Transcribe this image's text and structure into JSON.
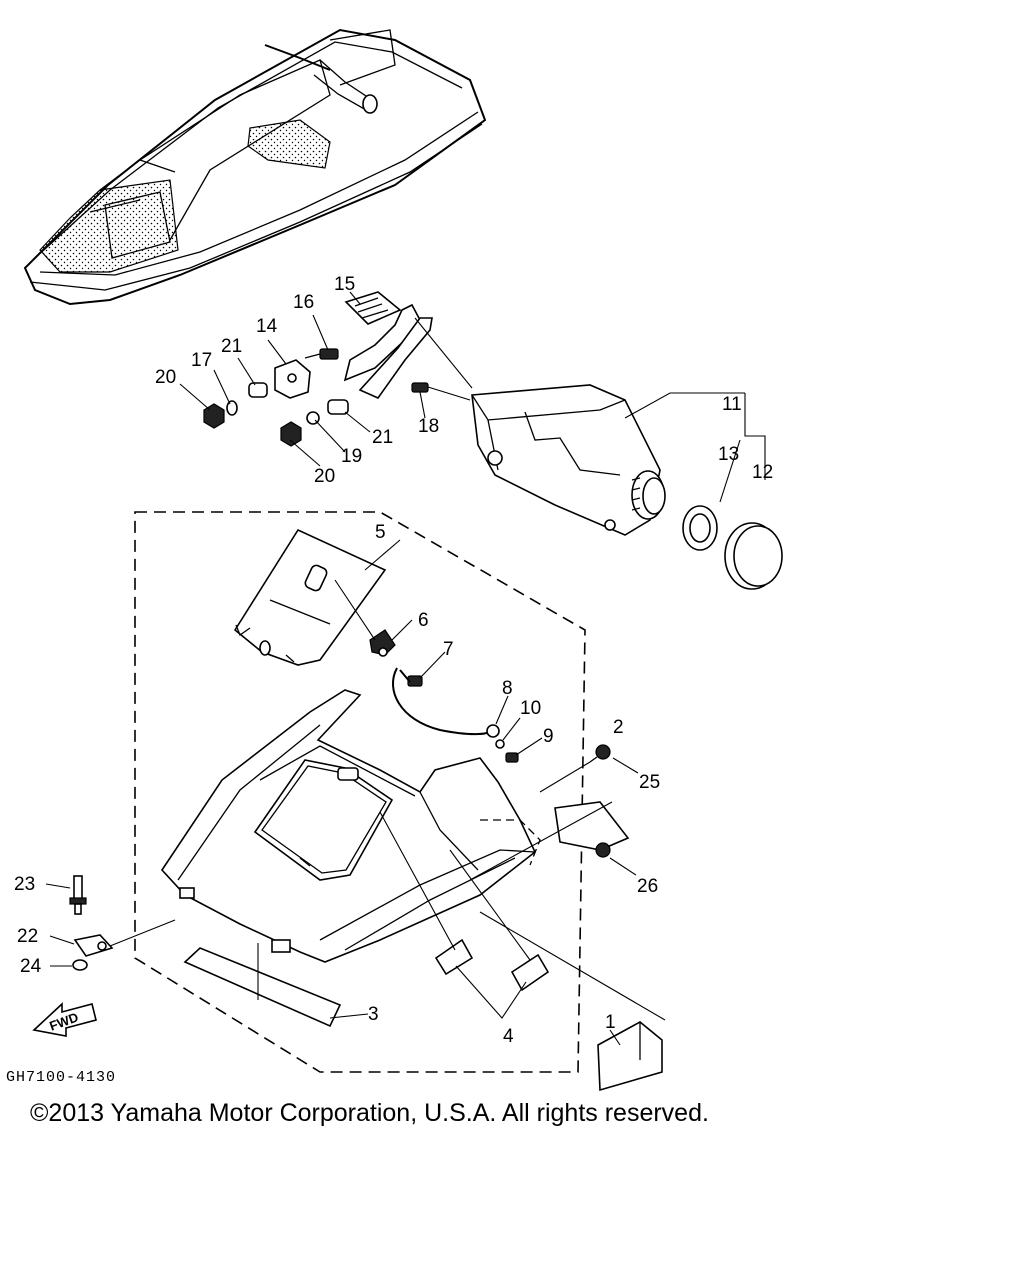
{
  "diagram": {
    "drawing_code": "GH7100-4130",
    "fwd_marker": "FWD",
    "copyright": "©2013 Yamaha Motor Corporation, U.S.A. All rights reserved.",
    "callouts": {
      "c1": "1",
      "c2": "2",
      "c3": "3",
      "c4": "4",
      "c5": "5",
      "c6": "6",
      "c7": "7",
      "c8": "8",
      "c9": "9",
      "c10": "10",
      "c11": "11",
      "c12": "12",
      "c13": "13",
      "c14": "14",
      "c15": "15",
      "c16": "16",
      "c17": "17",
      "c18": "18",
      "c19": "19",
      "c20a": "20",
      "c20b": "20",
      "c21a": "21",
      "c21b": "21",
      "c22": "22",
      "c23": "23",
      "c24": "24",
      "c25": "25",
      "c26": "26"
    }
  }
}
